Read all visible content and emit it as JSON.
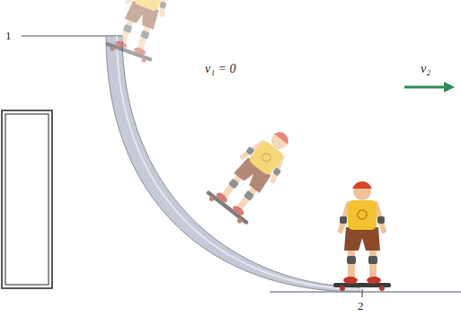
{
  "diagram": {
    "labels": [
      "1",
      "v₁ = 0",
      "v₂",
      "2"
    ]
  }
}
